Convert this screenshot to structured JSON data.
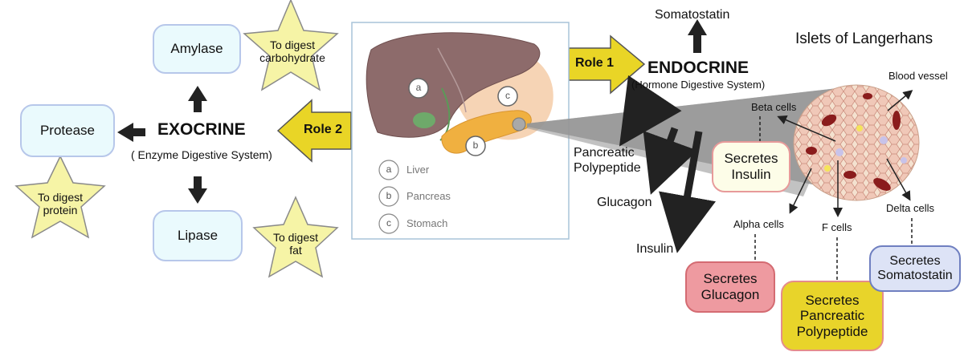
{
  "enzymes": {
    "amylase": "Amylase",
    "protease": "Protease",
    "lipase": "Lipase"
  },
  "stars": {
    "carbohydrate": [
      "To digest",
      "carbohydrate"
    ],
    "protein": [
      "To digest",
      "protein"
    ],
    "fat": [
      "To digest",
      "fat"
    ]
  },
  "exocrine": {
    "title": "EXOCRINE",
    "subtitle": "( Enzyme  Digestive System)"
  },
  "endocrine": {
    "title": "ENDOCRINE",
    "subtitle": "(Hormone Digestive System)"
  },
  "roles": {
    "role1": "Role 1",
    "role2": "Role 2"
  },
  "organ_key": {
    "items": [
      {
        "letter": "a",
        "label": "Liver"
      },
      {
        "letter": "b",
        "label": "Pancreas"
      },
      {
        "letter": "c",
        "label": "Stomach"
      }
    ]
  },
  "hormones": {
    "somatostatin": "Somatostatin",
    "pancreatic_polypeptide": [
      "Pancreatic",
      "Polypeptide"
    ],
    "glucagon": "Glucagon",
    "insulin": "Insulin"
  },
  "islets": {
    "title": "Islets of Langerhans",
    "blood_vessel": "Blood vessel",
    "beta_cells": "Beta cells",
    "alpha_cells": "Alpha cells",
    "f_cells": "F cells",
    "delta_cells": "Delta cells"
  },
  "secretes": {
    "insulin": [
      "Secretes",
      "Insulin"
    ],
    "glucagon": [
      "Secretes",
      "Glucagon"
    ],
    "pancreatic_polypeptide": [
      "Secretes",
      "Pancreatic",
      "Polypeptide"
    ],
    "somatostatin": [
      "Secretes",
      "Somatostatin"
    ]
  },
  "colors": {
    "enzyme_fill": "#eafafd",
    "enzyme_border": "#b7c7ea",
    "star_fill": "#f6f4a6",
    "role_fill": "#e9d526",
    "insulin_fill": "#fdfde8",
    "insulin_border": "#e79a9a",
    "glucagon_fill": "#ee9aa0",
    "glucagon_border": "#d46b72",
    "pp_fill": "#e8d42a",
    "pp_border": "#e58c8c",
    "somato_fill": "#dde3f6",
    "somato_border": "#6f7fc0"
  }
}
